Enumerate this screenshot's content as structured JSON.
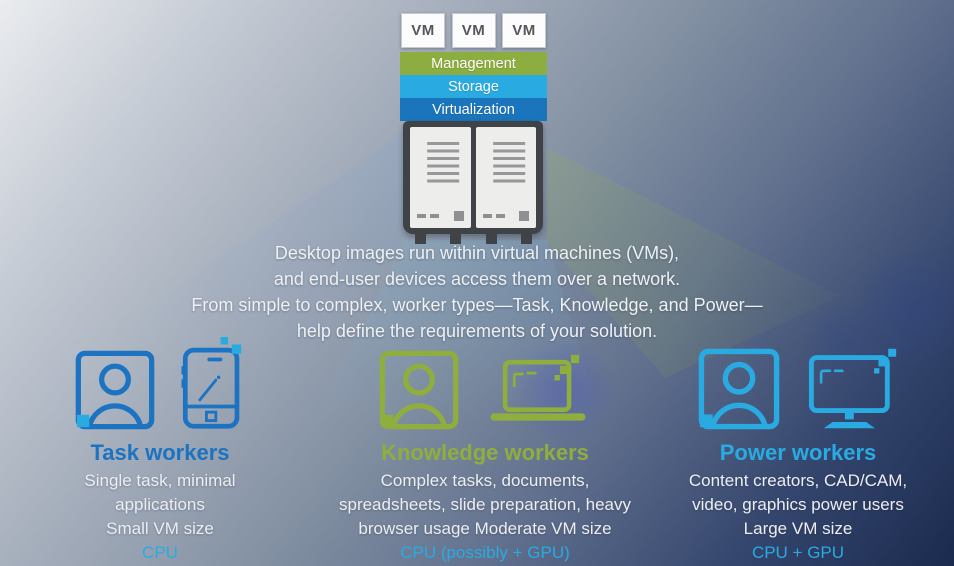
{
  "colors": {
    "background_top_left": "#EAECEF",
    "background_bottom_right": "#1A2A4E",
    "management_green": "#8CAD3F",
    "storage_cyan": "#29ABE2",
    "virtualization_blue": "#1B75BC",
    "server_dark": "#3F4345",
    "task_blue": "#1B73C1",
    "knowledge_green": "#8FAE3E",
    "power_cyan": "#29ABE2",
    "hardware_accent_cyan": "#29ABE2",
    "body_text": "#ECEEF1"
  },
  "infrastructure": {
    "vm_labels": [
      "VM",
      "VM",
      "VM"
    ],
    "layers": [
      {
        "label": "Management",
        "color": "#8CAD3F"
      },
      {
        "label": "Storage",
        "color": "#29ABE2"
      },
      {
        "label": "Virtualization",
        "color": "#1B75BC"
      }
    ],
    "server_icon": "server-rack-icon"
  },
  "intro": {
    "lines": [
      "Desktop images run within virtual machines (VMs),",
      "and end-user devices access them over a network.",
      "From simple to complex, worker types—Task, Knowledge, and Power—",
      "help define the requirements of your solution."
    ]
  },
  "workers": [
    {
      "title": "Task workers",
      "color": "#1B73C1",
      "icons": [
        "person-badge-icon",
        "smartphone-icon"
      ],
      "lines": [
        "Single task, minimal",
        "applications",
        "Small VM size"
      ],
      "hardware": "CPU"
    },
    {
      "title": "Knowledge workers",
      "color": "#8FAE3E",
      "icons": [
        "person-badge-icon",
        "laptop-icon"
      ],
      "lines": [
        "Complex tasks, documents,",
        "spreadsheets, slide preparation, heavy",
        "browser usage Moderate VM size"
      ],
      "hardware": "CPU (possibly + GPU)"
    },
    {
      "title": "Power workers",
      "color": "#29ABE2",
      "icons": [
        "person-badge-icon",
        "monitor-icon"
      ],
      "lines": [
        "Content creators, CAD/CAM,",
        "video, graphics power users",
        "Large VM size"
      ],
      "hardware": "CPU + GPU"
    }
  ]
}
